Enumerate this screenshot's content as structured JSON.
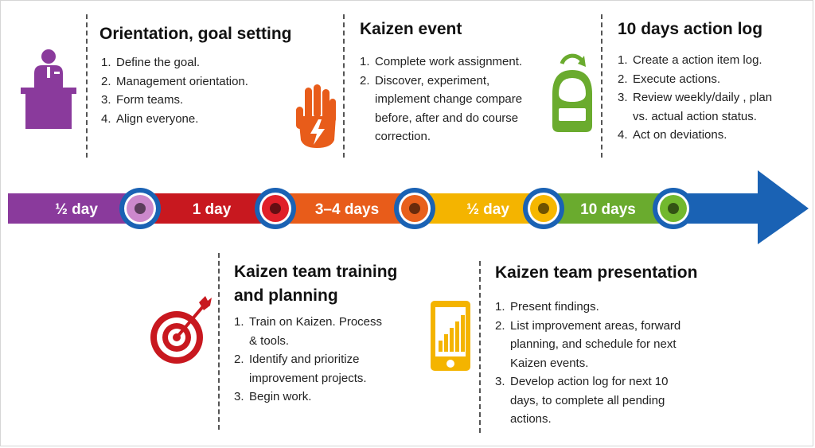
{
  "timeline": {
    "segments": [
      {
        "label": "½ day",
        "color": "#8a3a9c"
      },
      {
        "label": "1 day",
        "color": "#c8181f"
      },
      {
        "label": "3–4 days",
        "color": "#e85c1a"
      },
      {
        "label": "½ day",
        "color": "#f4b400"
      },
      {
        "label": "10 days",
        "color": "#6aab2e"
      }
    ],
    "arrow_color": "#1a62b4",
    "node_ring_color": "#1a62b4",
    "node_colors": [
      "#cc88cc",
      "#e0202a",
      "#e8601c",
      "#f6b700",
      "#72b82e"
    ]
  },
  "phases": {
    "orientation": {
      "title": "Orientation, goal setting",
      "icon": "podium-speaker-icon",
      "steps": [
        "Define the goal.",
        "Management orientation.",
        "Form teams.",
        "Align everyone."
      ]
    },
    "training": {
      "title_line1": "Kaizen team training",
      "title_line2": "and planning",
      "icon": "target-arrow-icon",
      "steps": [
        "Train on Kaizen. Process & tools.",
        "Identify and prioritize improvement projects.",
        "Begin work."
      ]
    },
    "event": {
      "title": "Kaizen event",
      "icon": "hand-lightning-icon",
      "steps": [
        "Complete work assignment.",
        "Discover, experiment, implement change compare before, after and do course correction."
      ]
    },
    "presentation": {
      "title": "Kaizen team presentation",
      "icon": "tablet-chart-icon",
      "steps": [
        "Present findings.",
        "List improvement areas, forward planning, and schedule for next Kaizen events.",
        "Develop action log for next 10 days, to complete all pending actions."
      ]
    },
    "action_log": {
      "title": "10 days action log",
      "icon": "refresh-device-icon",
      "steps": [
        "Create a action item log.",
        "Execute actions.",
        "Review weekly/daily , plan vs. actual action status.",
        "Act on deviations."
      ]
    }
  }
}
